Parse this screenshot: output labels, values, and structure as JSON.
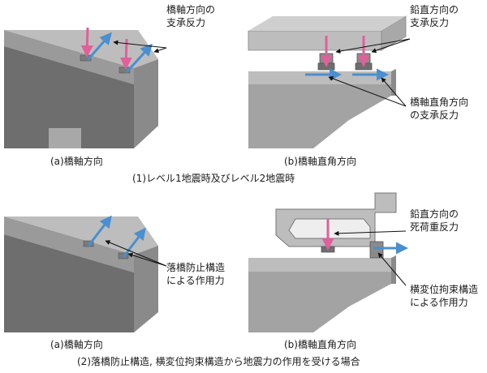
{
  "section1": {
    "caption": "(1)レベル1地震時及びレベル2地震時",
    "panel_a": {
      "caption": "(a)橋軸方向",
      "annotation": [
        "橋軸方向の",
        "支承反力"
      ]
    },
    "panel_b": {
      "caption": "(b)橋軸直角方向",
      "annotation_vertical": [
        "鉛直方向の",
        "支承反力"
      ],
      "annotation_transverse": [
        "橋軸直角方向",
        "の支承反力"
      ]
    }
  },
  "section2": {
    "caption": "(2)落橋防止構造, 横変位拘束構造から地震力の作用を受ける場合",
    "panel_a": {
      "caption": "(a)橋軸方向",
      "annotation": [
        "落橋防止構造",
        "による作用力"
      ]
    },
    "panel_b": {
      "caption": "(b)橋軸直角方向",
      "annotation_dead_load": [
        "鉛直方向の",
        "死荷重反力"
      ],
      "annotation_restraint": [
        "横変位拘束構造",
        "による作用力"
      ]
    }
  },
  "colors": {
    "concrete_light": "#bdbdbd",
    "concrete_mid": "#9a9a9a",
    "concrete_dark": "#6e6e6e",
    "arrow_vertical": "#e0609a",
    "arrow_horizontal": "#4a8fd0"
  }
}
